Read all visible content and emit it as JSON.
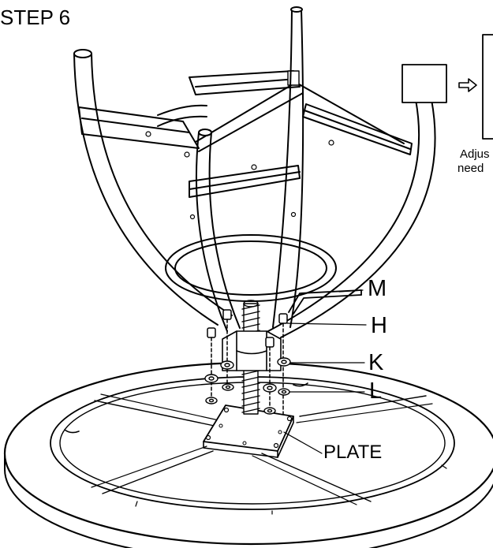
{
  "step": {
    "title": "STEP 6"
  },
  "callouts": {
    "m": "M",
    "h": "H",
    "k": "K",
    "l": "L",
    "plate": "PLATE"
  },
  "detail_note": {
    "line1": "Adjus",
    "line2": "need"
  },
  "icons": {
    "arrow": "right-arrow-icon"
  }
}
